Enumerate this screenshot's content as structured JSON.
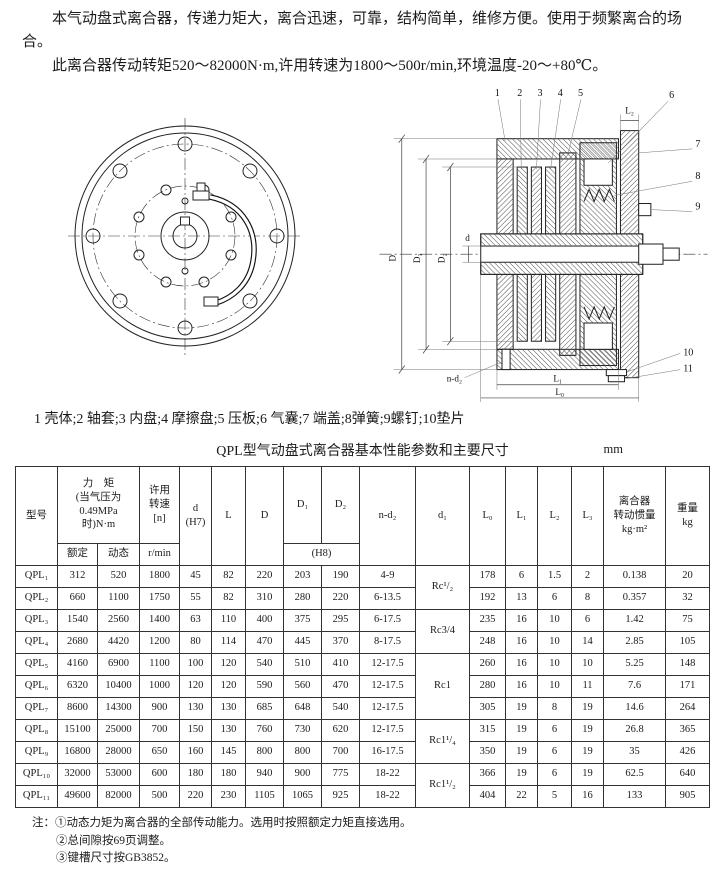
{
  "doc": {
    "para1": "本气动盘式离合器，传递力矩大，离合迅速，可靠，结构简单，维修方便。使用于频繁离合的场合。",
    "para2": "此离合器传动转矩520～82000N·m,许用转速为1800～500r/min,环境温度-20～+80℃。",
    "parts_caption": "1 壳体;2 轴套;3 内盘;4 摩擦盘;5 压板;6 气囊;7 端盖;8弹簧;9螺钉;10垫片",
    "table_title": "QPL型气动盘式离合器基本性能参数和主要尺寸",
    "unit_label": "mm",
    "notes": [
      "注：①动态力矩为离合器的全部传动能力。选用时按照额定力矩直接选用。",
      "②总间隙按69页调整。",
      "③键槽尺寸按GB3852。"
    ]
  },
  "drawing": {
    "section_callouts": [
      "1",
      "2",
      "3",
      "4",
      "5",
      "6",
      "7",
      "8",
      "9",
      "10",
      "11"
    ],
    "section_dims": {
      "D": "D",
      "D1": "D₁",
      "D2": "D₂",
      "d": "d",
      "L2": "L₂",
      "L1": "L₁",
      "L0": "L₀",
      "nd2": "n-d₂"
    }
  },
  "table": {
    "headers": {
      "model": "型号",
      "torque": [
        "力　矩",
        "(当气压为",
        "0.49MPa",
        "时)N·m"
      ],
      "rated": "额定",
      "dynamic": "动态",
      "speed": [
        "许用",
        "转速",
        "[n]"
      ],
      "speed_unit": "r/min",
      "d": [
        "d",
        "(H7)"
      ],
      "L": "L",
      "D": "D",
      "D1": "D₁",
      "D2": "D₂",
      "h8": "(H8)",
      "nd2": "n-d₂",
      "d1": "d₁",
      "L0": "L₀",
      "L1": "L₁",
      "L2": "L₂",
      "L3": "L₃",
      "inertia": [
        "离合器",
        "转动惯量",
        "kg·m²"
      ],
      "weight": [
        "重量",
        "kg"
      ]
    },
    "rows": [
      [
        "QPL₁",
        "312",
        "520",
        "1800",
        "45",
        "82",
        "220",
        "203",
        "190",
        "4-9",
        "178",
        "6",
        "1.5",
        "2",
        "0.138",
        "20"
      ],
      [
        "QPL₂",
        "660",
        "1100",
        "1750",
        "55",
        "82",
        "310",
        "280",
        "220",
        "6-13.5",
        "192",
        "13",
        "6",
        "8",
        "0.357",
        "32"
      ],
      [
        "QPL₃",
        "1540",
        "2560",
        "1400",
        "63",
        "110",
        "400",
        "375",
        "295",
        "6-17.5",
        "235",
        "16",
        "10",
        "6",
        "1.42",
        "75"
      ],
      [
        "QPL₄",
        "2680",
        "4420",
        "1200",
        "80",
        "114",
        "470",
        "445",
        "370",
        "8-17.5",
        "248",
        "16",
        "10",
        "14",
        "2.85",
        "105"
      ],
      [
        "QPL₅",
        "4160",
        "6900",
        "1100",
        "100",
        "120",
        "540",
        "510",
        "410",
        "12-17.5",
        "260",
        "16",
        "10",
        "10",
        "5.25",
        "148"
      ],
      [
        "QPL₆",
        "6320",
        "10400",
        "1000",
        "120",
        "120",
        "590",
        "560",
        "470",
        "12-17.5",
        "280",
        "16",
        "10",
        "11",
        "7.6",
        "171"
      ],
      [
        "QPL₇",
        "8600",
        "14300",
        "900",
        "130",
        "130",
        "685",
        "648",
        "540",
        "12-17.5",
        "305",
        "19",
        "8",
        "19",
        "14.6",
        "264"
      ],
      [
        "QPL₈",
        "15100",
        "25000",
        "700",
        "150",
        "130",
        "760",
        "730",
        "620",
        "12-17.5",
        "315",
        "19",
        "6",
        "19",
        "26.8",
        "365"
      ],
      [
        "QPL₉",
        "16800",
        "28000",
        "650",
        "160",
        "145",
        "800",
        "800",
        "700",
        "16-17.5",
        "350",
        "19",
        "6",
        "19",
        "35",
        "426"
      ],
      [
        "QPL₁₀",
        "32000",
        "53000",
        "600",
        "180",
        "180",
        "940",
        "900",
        "775",
        "18-22",
        "366",
        "19",
        "6",
        "19",
        "62.5",
        "640"
      ],
      [
        "QPL₁₁",
        "49600",
        "82000",
        "500",
        "220",
        "230",
        "1105",
        "1065",
        "925",
        "18-22",
        "404",
        "22",
        "5",
        "16",
        "133",
        "905"
      ]
    ],
    "d1_merges": [
      {
        "row": 0,
        "span": 2,
        "label": "Rc¹/₂"
      },
      {
        "row": 2,
        "span": 2,
        "label": "Rc3/4"
      },
      {
        "row": 4,
        "span": 3,
        "label": "Rc1"
      },
      {
        "row": 7,
        "span": 2,
        "label": "Rc1¹/₄"
      },
      {
        "row": 9,
        "span": 2,
        "label": "Rc1¹/₂"
      }
    ]
  }
}
